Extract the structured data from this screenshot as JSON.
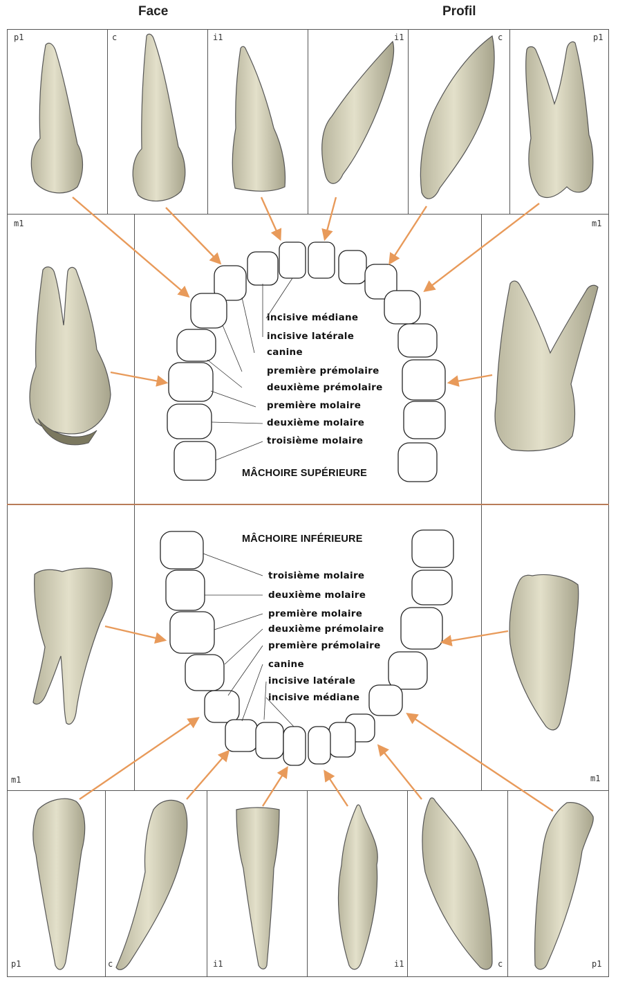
{
  "headers": {
    "face": "Face",
    "profil": "Profil"
  },
  "top_row_labels": [
    "p1",
    "c",
    "i1",
    "i1",
    "c",
    "p1"
  ],
  "bottom_row_labels": [
    "p1",
    "c",
    "i1",
    "i1",
    "c",
    "p1"
  ],
  "side_labels": {
    "upper_left": "m1",
    "upper_right": "m1",
    "lower_left": "m1",
    "lower_right": "m1"
  },
  "upper_jaw": {
    "title": "MÂCHOIRE SUPÉRIEURE",
    "teeth": [
      "incisive médiane",
      "incisive latérale",
      "canine",
      "première prémolaire",
      "deuxième prémolaire",
      "première molaire",
      "deuxième molaire",
      "troisième molaire"
    ]
  },
  "lower_jaw": {
    "title": "MÂCHOIRE INFÉRIEURE",
    "teeth": [
      "troisième molaire",
      "deuxième molaire",
      "première molaire",
      "deuxième prémolaire",
      "première prémolaire",
      "canine",
      "incisive latérale",
      "incisive médiane"
    ]
  },
  "colors": {
    "tooth_fill": "#dcd9c1",
    "tooth_shade": "#a9a68e",
    "arrow": "#e89a5a",
    "divider": "#d98a5a",
    "border": "#555555"
  }
}
